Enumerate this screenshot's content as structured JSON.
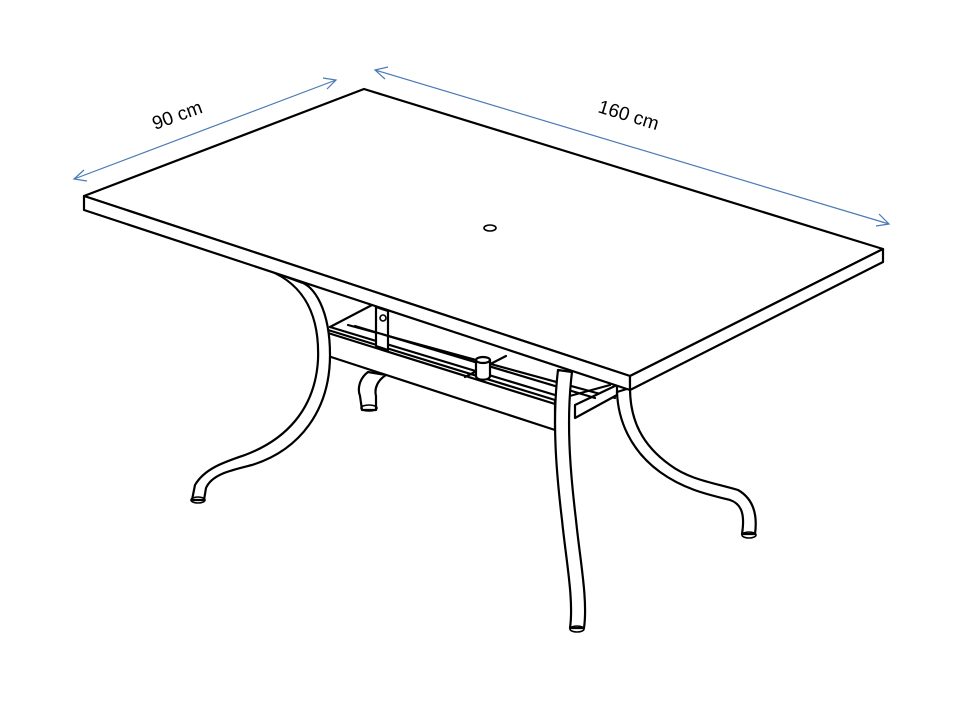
{
  "diagram": {
    "subject": "Rectangular outdoor table",
    "dimensions": {
      "width": {
        "label": "90 cm",
        "value": 90,
        "unit": "cm"
      },
      "length": {
        "label": "160 cm",
        "value": 160,
        "unit": "cm"
      }
    },
    "colors": {
      "line": "#000000",
      "dimension_arrow": "#4a7ab5",
      "background": "#ffffff"
    },
    "parts": [
      "tabletop",
      "umbrella-hole",
      "apron-frame",
      "cross-bar",
      "umbrella-holder",
      "legs",
      "leg-feet"
    ]
  }
}
